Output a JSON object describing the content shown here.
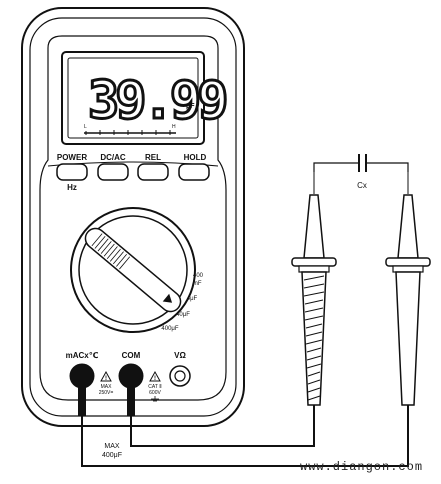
{
  "meter": {
    "display": {
      "reading": "39.99",
      "unit": "μF",
      "bar_left_mark": "L",
      "bar_right_mark": "H"
    },
    "buttons": [
      {
        "label": "POWER",
        "sublabel": "Hz"
      },
      {
        "label": "DC/AC",
        "sublabel": ""
      },
      {
        "label": "REL",
        "sublabel": ""
      },
      {
        "label": "HOLD",
        "sublabel": ""
      }
    ],
    "dial": {
      "range_labels": [
        "400",
        "nF",
        "4μF",
        "40μF",
        "400μF"
      ]
    },
    "jacks": {
      "ma_label": "mACx℃",
      "com_label": "COM",
      "v_label": "VΩ",
      "ma_rating": [
        "MAX",
        "250V="
      ],
      "com_rating": [
        "CAT Ⅱ",
        "600V"
      ]
    }
  },
  "circuit": {
    "capacitor_label": "Cx",
    "note": [
      "MAX",
      "400μF"
    ]
  },
  "watermark": "www.diangon.com"
}
